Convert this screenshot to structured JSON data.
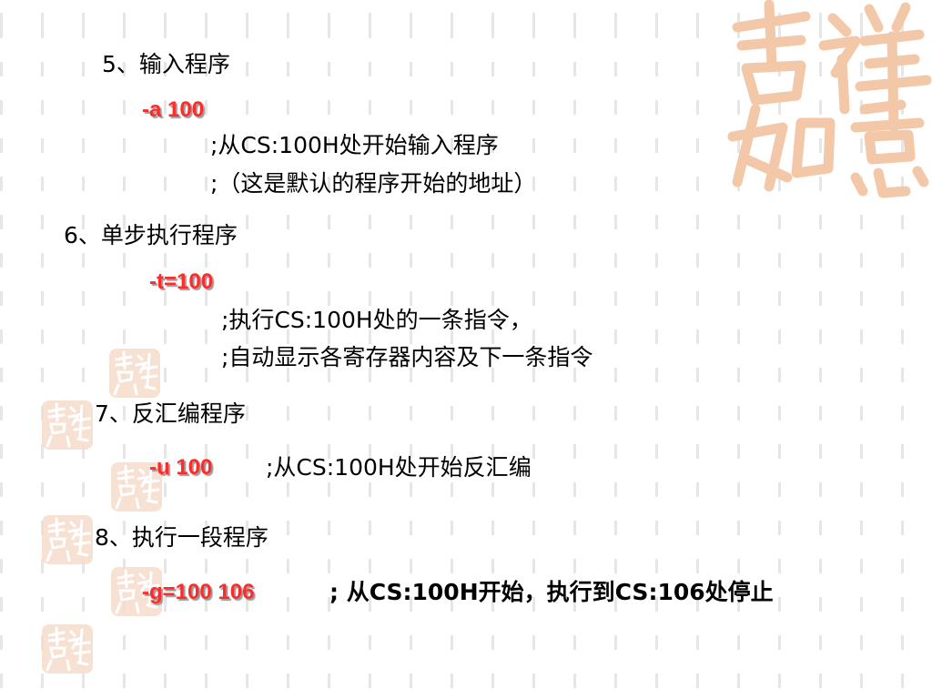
{
  "colors": {
    "command": "#ff2b2b",
    "stamp": "#f6dccb",
    "logo": "#f3c8a8"
  },
  "icons": {
    "logo": "calligraphy-seal-logo",
    "stamp": "small-seal-stamp"
  },
  "sections": [
    {
      "heading": "5、输入程序",
      "command": "-a 100",
      "notes": [
        ";从CS:100H处开始输入程序",
        ";（这是默认的程序开始的地址）"
      ]
    },
    {
      "heading": "6、单步执行程序",
      "command": "-t=100",
      "notes": [
        ";执行CS:100H处的一条指令，",
        ";自动显示各寄存器内容及下一条指令"
      ]
    },
    {
      "heading": "7、反汇编程序",
      "command": "-u 100",
      "notes": [
        ";从CS:100H处开始反汇编"
      ]
    },
    {
      "heading": "8、执行一段程序",
      "command": "-g=100 106",
      "notes": [
        "; 从CS:100H开始，执行到CS:106处停止"
      ]
    }
  ]
}
